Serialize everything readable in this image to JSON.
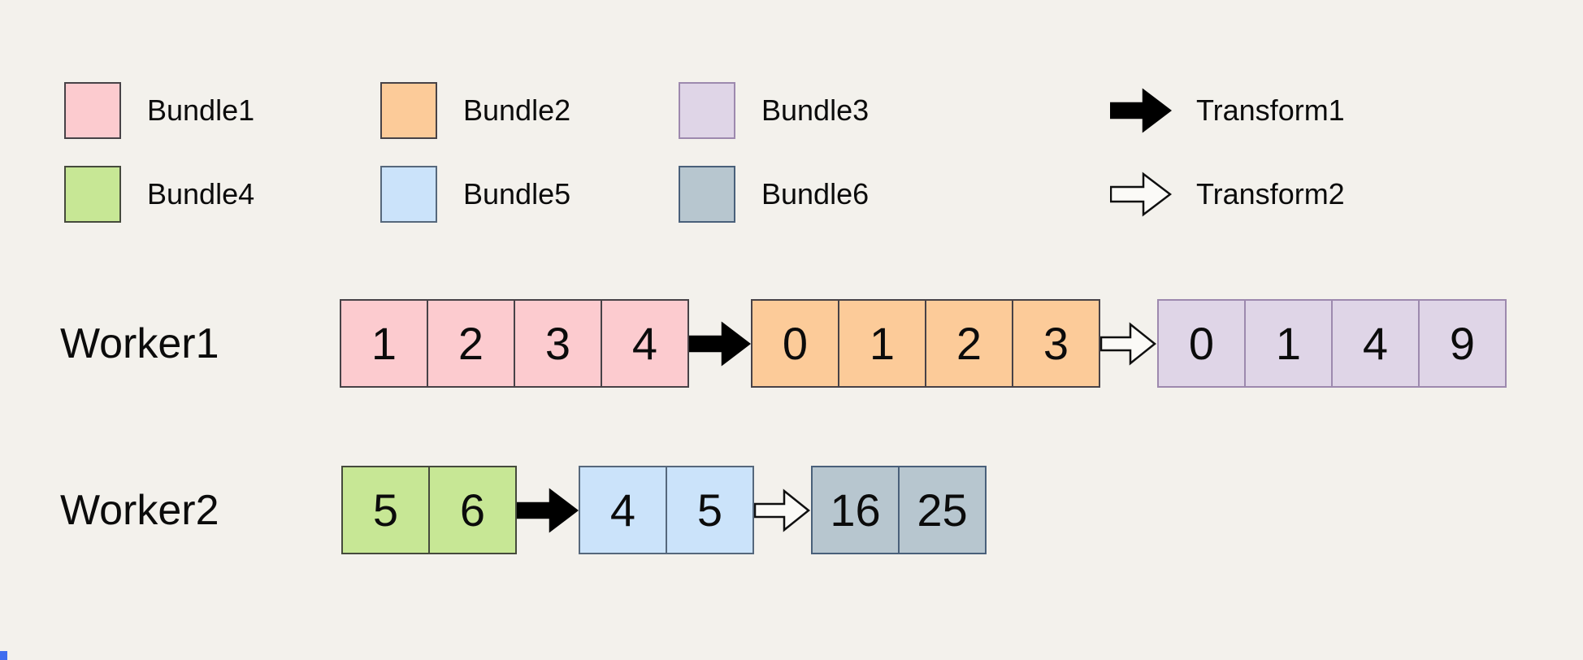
{
  "background": "#F3F1EC",
  "legend": {
    "bundles": [
      {
        "label": "Bundle1",
        "color": "#FCCBCF",
        "border": "#474247"
      },
      {
        "label": "Bundle2",
        "color": "#FCCB99",
        "border": "#474247"
      },
      {
        "label": "Bundle3",
        "color": "#DFD5E7",
        "border": "#9D89AE"
      },
      {
        "label": "Bundle4",
        "color": "#C7E795",
        "border": "#454A3C"
      },
      {
        "label": "Bundle5",
        "color": "#CBE3FA",
        "border": "#56687C"
      },
      {
        "label": "Bundle6",
        "color": "#B7C6CF",
        "border": "#49607A"
      }
    ],
    "transforms": [
      {
        "label": "Transform1",
        "variant": "solid",
        "fill": "#000000",
        "stroke": "#000000"
      },
      {
        "label": "Transform2",
        "variant": "outline",
        "fill": "#FBFAF7",
        "stroke": "#0F0F0F"
      }
    ]
  },
  "workers": [
    {
      "label": "Worker1",
      "stages": [
        {
          "type": "cells",
          "bundle": "Bundle1",
          "color": "#FCCBCF",
          "border": "#474247",
          "values": [
            "1",
            "2",
            "3",
            "4"
          ]
        },
        {
          "type": "arrow",
          "transform": "Transform1",
          "variant": "solid",
          "fill": "#000000",
          "stroke": "#000000"
        },
        {
          "type": "cells",
          "bundle": "Bundle2",
          "color": "#FCCB99",
          "border": "#474247",
          "values": [
            "0",
            "1",
            "2",
            "3"
          ]
        },
        {
          "type": "arrow",
          "transform": "Transform2",
          "variant": "outline",
          "fill": "#FBFAF7",
          "stroke": "#0F0F0F"
        },
        {
          "type": "cells",
          "bundle": "Bundle3",
          "color": "#DFD5E7",
          "border": "#9D89AE",
          "values": [
            "0",
            "1",
            "4",
            "9"
          ]
        }
      ]
    },
    {
      "label": "Worker2",
      "stages": [
        {
          "type": "cells",
          "bundle": "Bundle4",
          "color": "#C7E795",
          "border": "#454A3C",
          "values": [
            "5",
            "6"
          ]
        },
        {
          "type": "arrow",
          "transform": "Transform1",
          "variant": "solid",
          "fill": "#000000",
          "stroke": "#000000"
        },
        {
          "type": "cells",
          "bundle": "Bundle5",
          "color": "#CBE3FA",
          "border": "#56687C",
          "values": [
            "4",
            "5"
          ]
        },
        {
          "type": "arrow",
          "transform": "Transform2",
          "variant": "outline",
          "fill": "#FBFAF7",
          "stroke": "#0F0F0F"
        },
        {
          "type": "cells",
          "bundle": "Bundle6",
          "color": "#B7C6CF",
          "border": "#49607A",
          "values": [
            "16",
            "25"
          ]
        }
      ]
    }
  ],
  "corner_mark_color": "#3F6DEF"
}
